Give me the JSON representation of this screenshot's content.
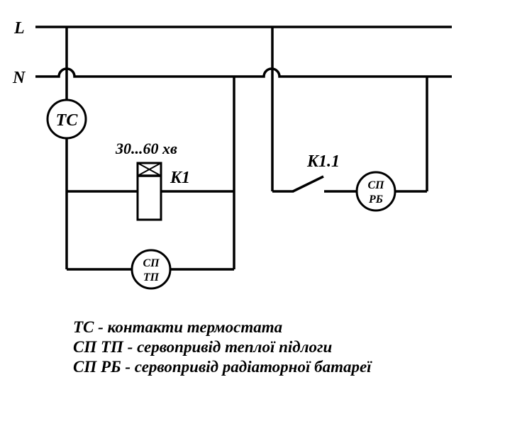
{
  "diagram": {
    "type": "electrical-schematic",
    "buses": [
      {
        "id": "L",
        "label": "L"
      },
      {
        "id": "N",
        "label": "N"
      }
    ],
    "components": {
      "thermostat": {
        "label": "TC"
      },
      "relay": {
        "label": "K1",
        "timer": "30...60 хв"
      },
      "relay_contact": {
        "label": "K1.1"
      },
      "servo_floor": {
        "line1": "СП",
        "line2": "ТП"
      },
      "servo_radiator": {
        "line1": "СП",
        "line2": "РБ"
      }
    },
    "legend": [
      "ТС - контакти термостата",
      "СП ТП - сервопривід теплої підлоги",
      "СП РБ - сервопривід радіаторної батареї"
    ],
    "colors": {
      "line": "#000000",
      "background": "#ffffff"
    }
  }
}
